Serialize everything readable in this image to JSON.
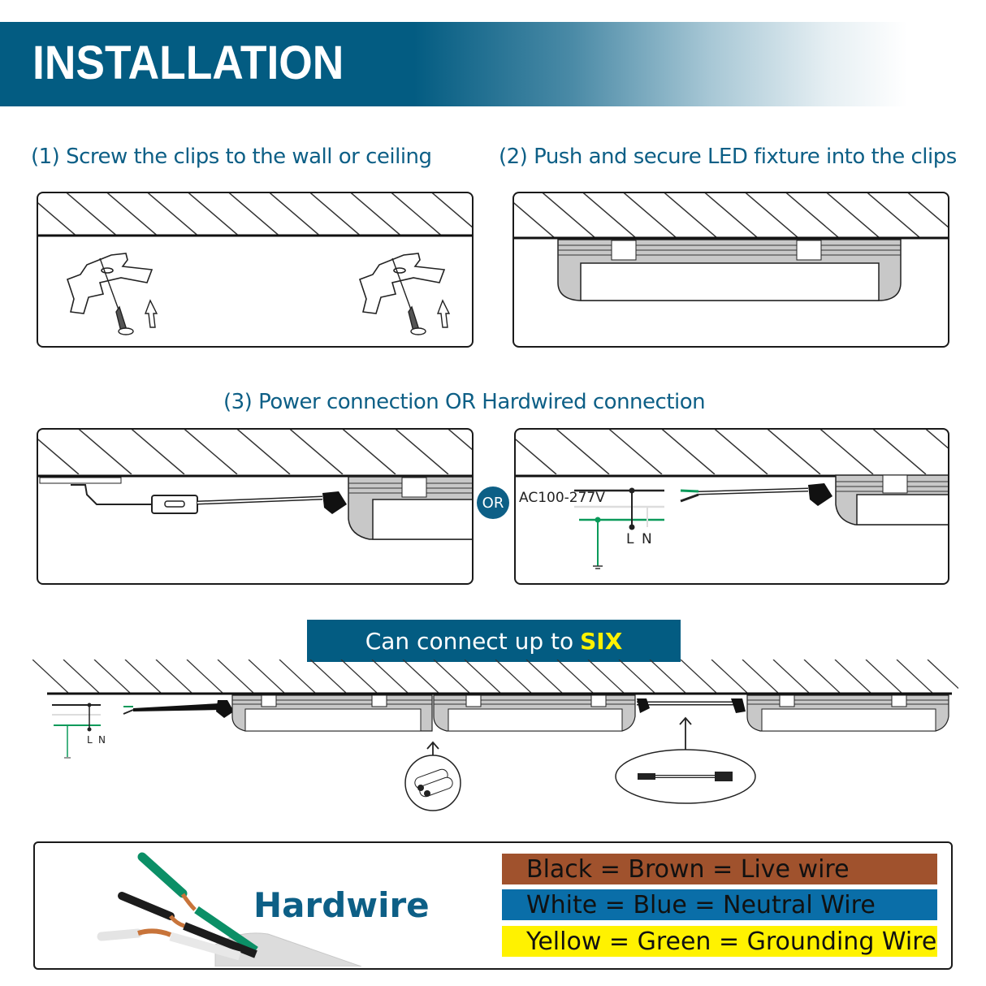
{
  "header": {
    "title": "INSTALLATION"
  },
  "steps": [
    {
      "label": "(1) Screw the clips to the wall or ceiling"
    },
    {
      "label": "(2) Push and secure LED fixture into the clips"
    },
    {
      "label": "(3) Power connection OR Hardwired connection"
    }
  ],
  "step3": {
    "or_label": "OR",
    "voltage_label": "AC100-277V",
    "live_label": "L",
    "neutral_label": "N"
  },
  "chain": {
    "prefix": "Can connect up to",
    "highlight": "SIX",
    "live_label": "L",
    "neutral_label": "N"
  },
  "hardwire": {
    "title": "Hardwire",
    "legend": [
      {
        "text": "Black = Brown = Live wire",
        "color": "#a0522d"
      },
      {
        "text": "White = Blue = Neutral Wire",
        "color": "#0a6ea8"
      },
      {
        "text": "Yellow = Green = Grounding Wire",
        "color": "#fff200"
      }
    ]
  },
  "colors": {
    "brand": "#035c82",
    "step_title": "#0d5f86",
    "highlight": "#fff200",
    "ground_wire": "#0a9a5a"
  }
}
